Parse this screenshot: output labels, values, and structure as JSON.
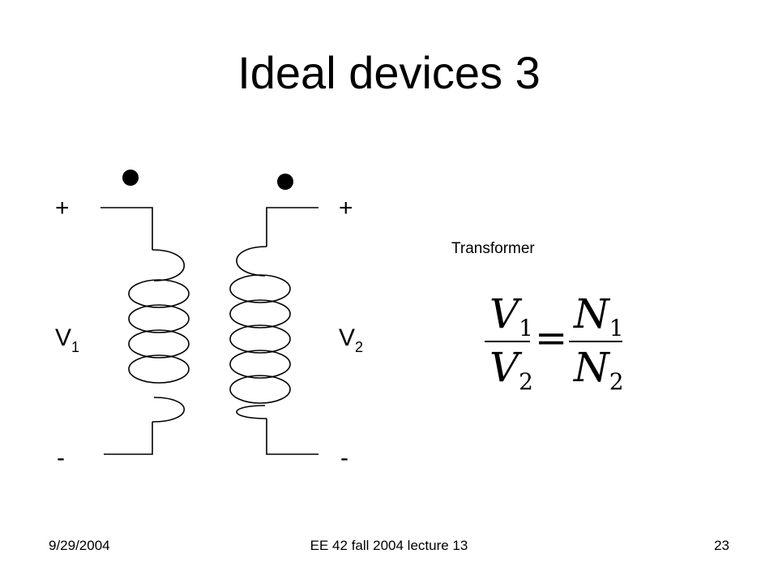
{
  "title": "Ideal devices 3",
  "left_terminal": {
    "plus": "+",
    "minus": "-",
    "voltage_letter": "V",
    "voltage_sub": "1"
  },
  "right_terminal": {
    "plus": "+",
    "minus": "-",
    "voltage_letter": "V",
    "voltage_sub": "2"
  },
  "caption": "Transformer",
  "equation": {
    "lhs_num": {
      "letter": "V",
      "sub": "1"
    },
    "lhs_den": {
      "letter": "V",
      "sub": "2"
    },
    "equals": "=",
    "rhs_num": {
      "letter": "N",
      "sub": "1"
    },
    "rhs_den": {
      "letter": "N",
      "sub": "2"
    }
  },
  "footer": {
    "date": "9/29/2004",
    "course": "EE 42 fall 2004 lecture 13",
    "page": "23"
  }
}
